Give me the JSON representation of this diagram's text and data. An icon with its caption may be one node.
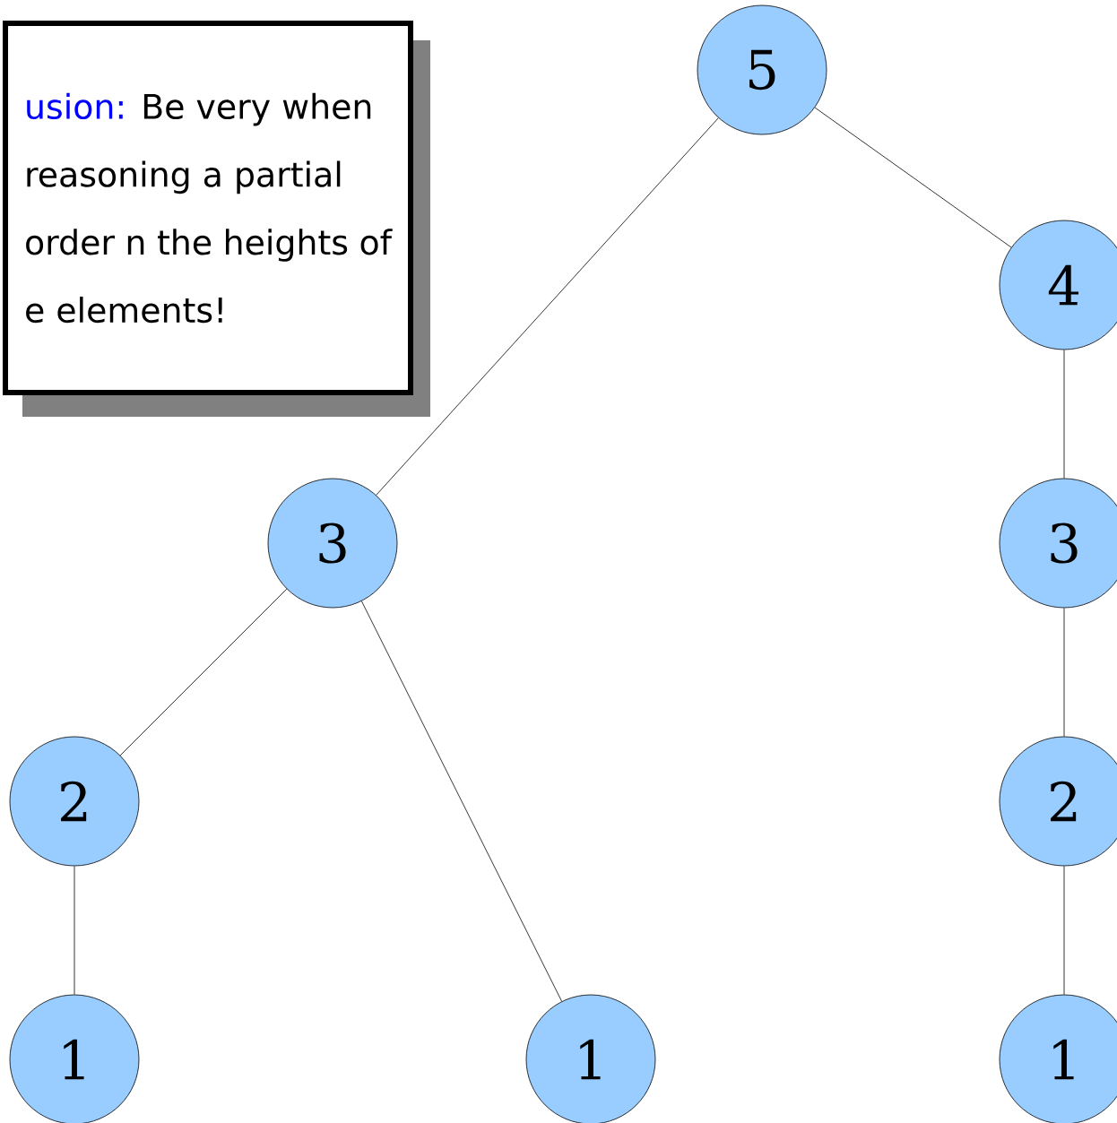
{
  "diagram": {
    "nodes": [
      {
        "text": [
          "usion:",
          "Be very when reasoning a partial order n the heights of e elements!"
        ]
      },
      {
        "text": [
          "5"
        ]
      },
      {
        "text": [
          "4"
        ]
      },
      {
        "text": [
          "3"
        ]
      },
      {
        "text": [
          "3"
        ]
      },
      {
        "text": [
          "2"
        ]
      },
      {
        "text": [
          "2"
        ]
      },
      {
        "text": [
          "1"
        ]
      },
      {
        "text": [
          "1"
        ]
      },
      {
        "text": [
          "1"
        ]
      }
    ],
    "edges": [
      {
        "from": 1,
        "to": 3,
        "arrow": "none"
      },
      {
        "from": 1,
        "to": 2,
        "arrow": "none"
      },
      {
        "from": 2,
        "to": 4,
        "arrow": "none"
      },
      {
        "from": 3,
        "to": 5,
        "arrow": "none"
      },
      {
        "from": 3,
        "to": 8,
        "arrow": "none"
      },
      {
        "from": 4,
        "to": 6,
        "arrow": "none"
      },
      {
        "from": 5,
        "to": 7,
        "arrow": "none"
      },
      {
        "from": 6,
        "to": 9,
        "arrow": "none"
      }
    ]
  }
}
